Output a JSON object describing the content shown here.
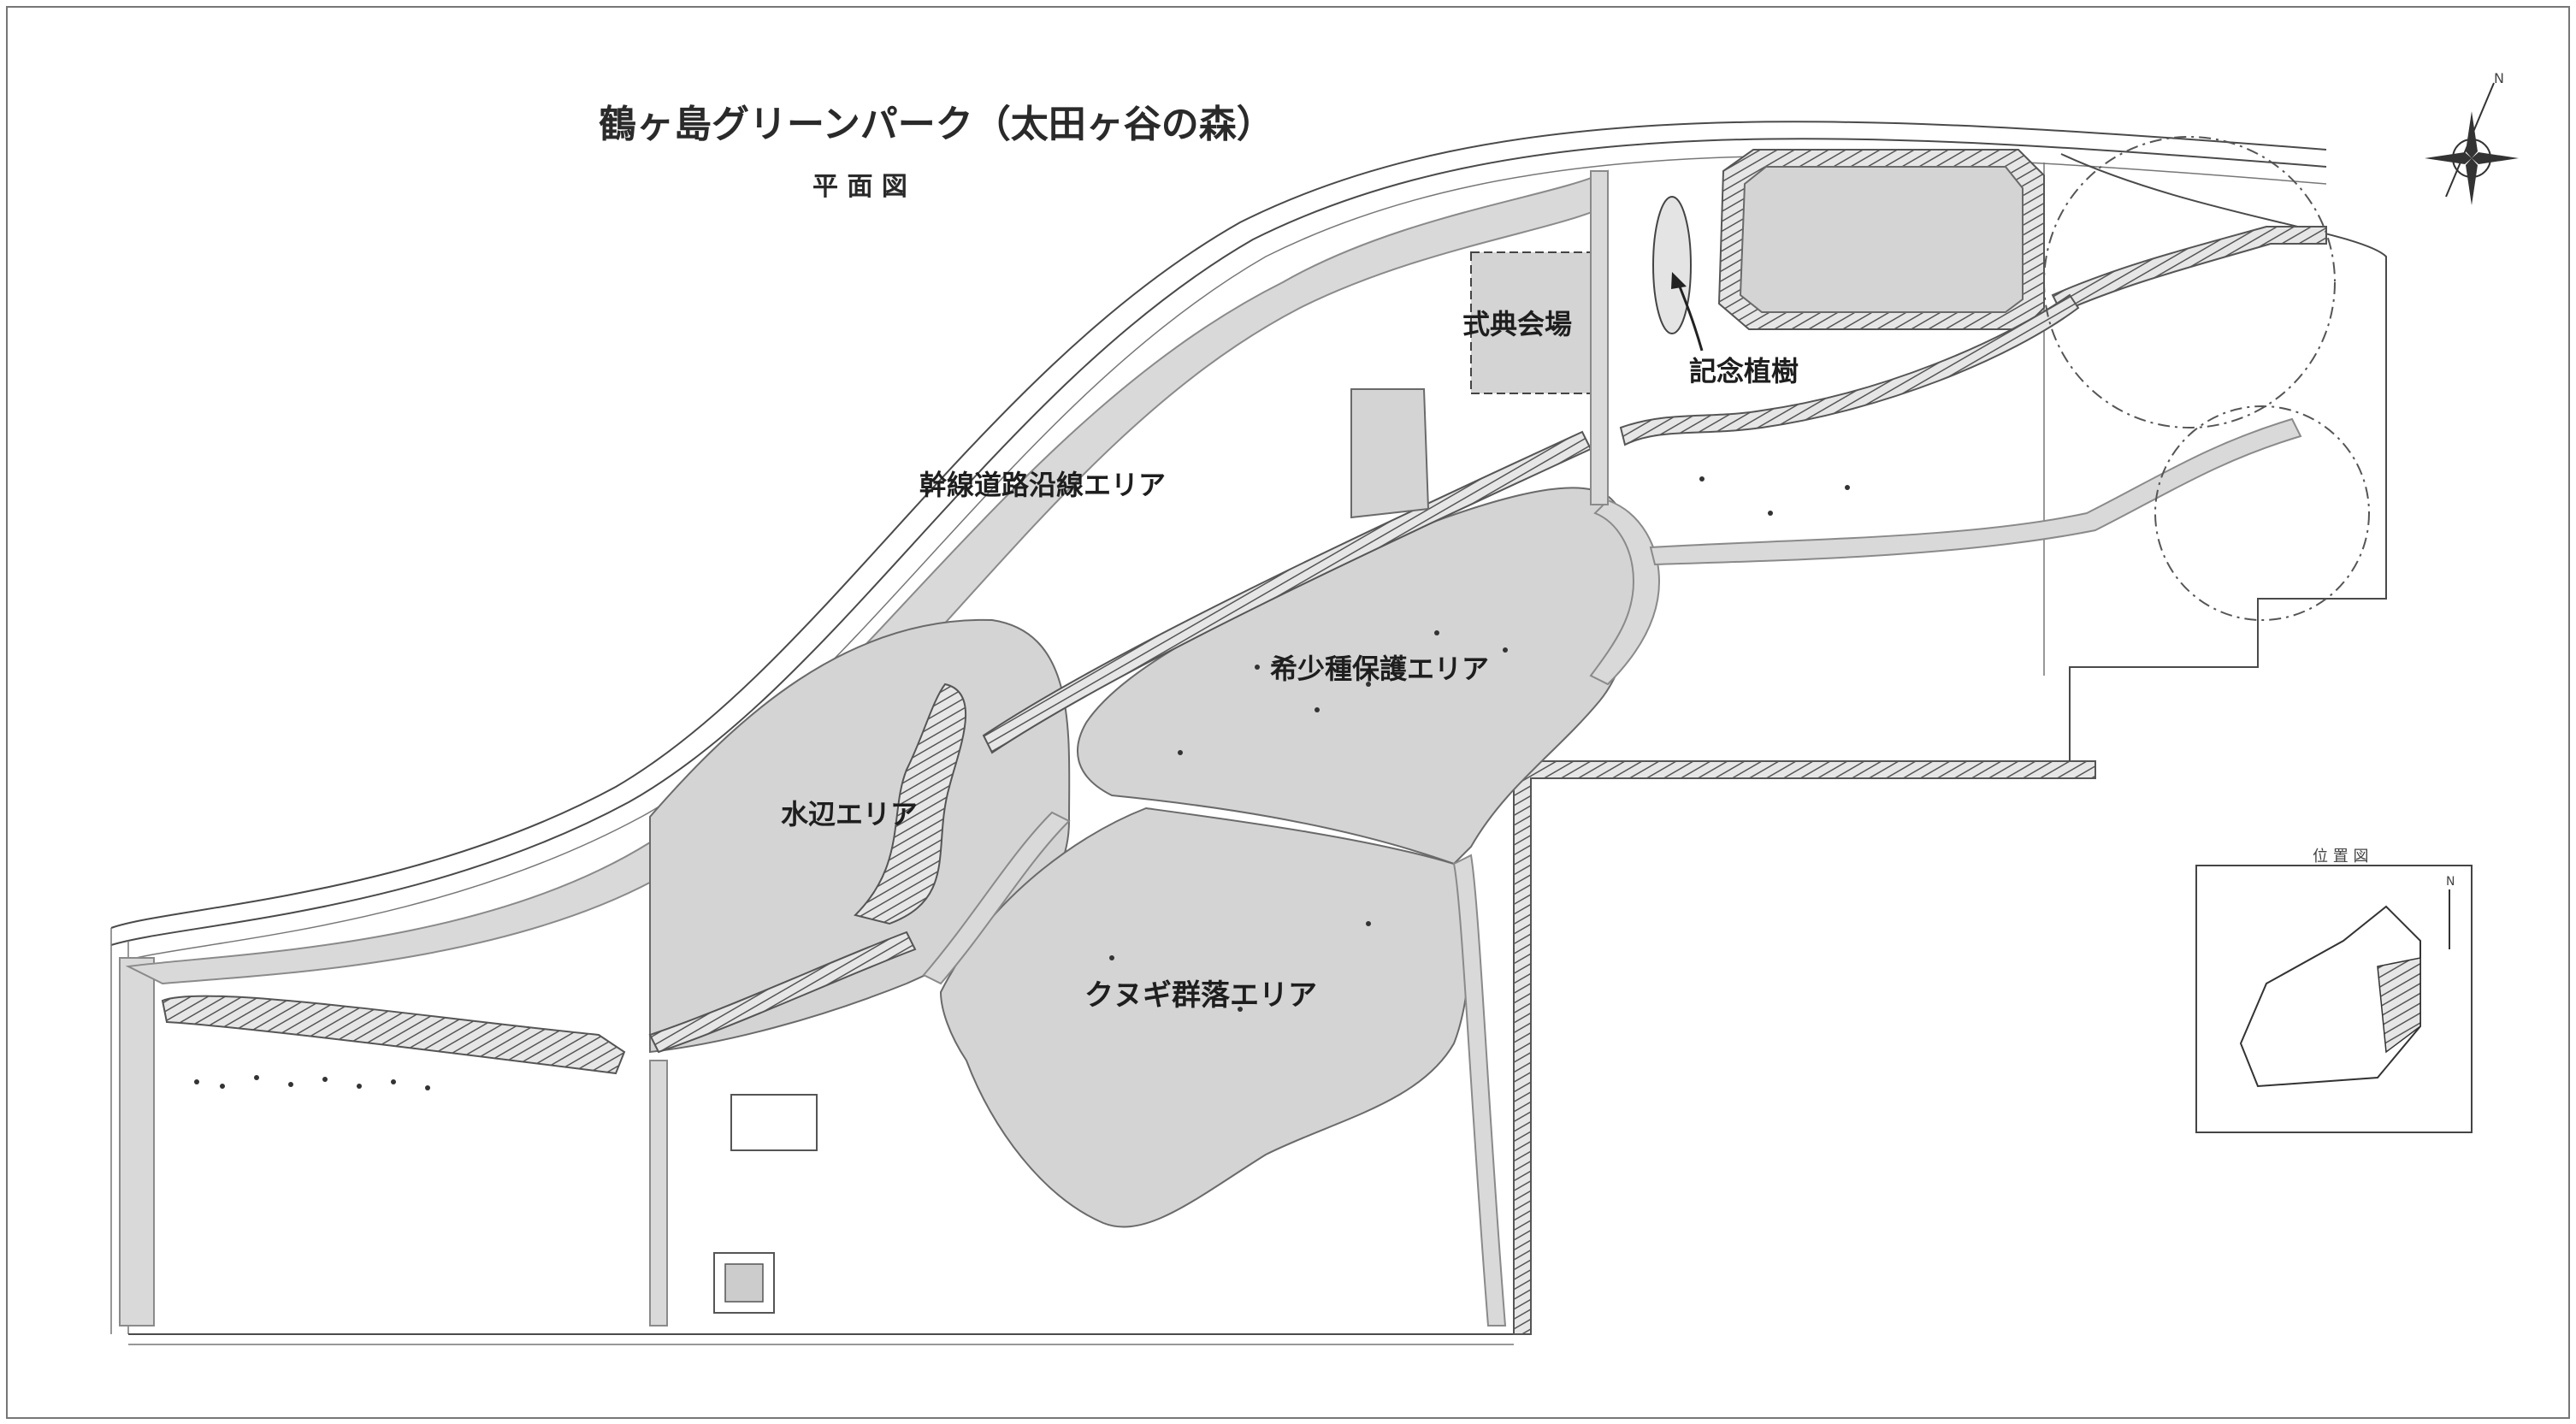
{
  "title": "鶴ヶ島グリーンパーク（太田ヶ谷の森）",
  "subtitle": "平 面 図",
  "areas": {
    "trunk_road": "幹線道路沿線エリア",
    "rare_species": "希少種保護エリア",
    "waterside": "水辺エリア",
    "kunugi": "クヌギ群落エリア"
  },
  "facilities": {
    "ceremony": "式典会場",
    "memorial": "記念植樹"
  },
  "inset": {
    "title": "位 置 図",
    "north": "N"
  },
  "compass_north": "N",
  "colors": {
    "zone_fill": "#d4d4d4",
    "line": "#4a4a4a"
  }
}
